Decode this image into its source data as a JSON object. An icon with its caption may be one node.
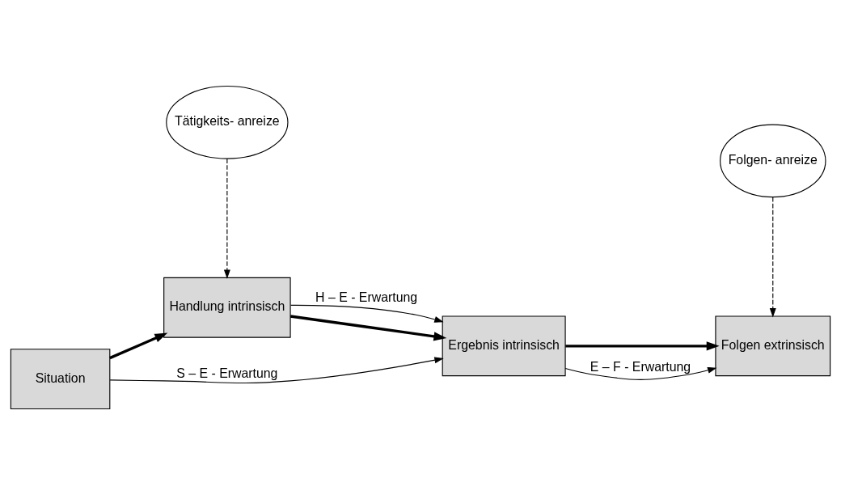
{
  "diagram": {
    "nodes": [
      {
        "text": [
          "Situation"
        ]
      },
      {
        "text": [
          "Handlung intrinsisch"
        ]
      },
      {
        "text": [
          "Ergebnis intrinsisch"
        ]
      },
      {
        "text": [
          "Folgen extrinsisch"
        ]
      },
      {
        "text": [
          "Tätigkeits- anreize"
        ]
      },
      {
        "text": [
          "Folgen- anreize"
        ]
      }
    ],
    "edges": [
      {
        "from": 0,
        "to": 1,
        "arrow": "to",
        "style": "thick"
      },
      {
        "from": 1,
        "to": 2,
        "arrow": "to",
        "style": "thick"
      },
      {
        "from": 2,
        "to": 3,
        "arrow": "to",
        "style": "thick"
      },
      {
        "from": 0,
        "to": 2,
        "arrow": "to",
        "label": "S – E - Erwartung"
      },
      {
        "from": 1,
        "to": 2,
        "arrow": "to",
        "label": "H – E - Erwartung"
      },
      {
        "from": 2,
        "to": 3,
        "arrow": "to",
        "label": "E – F - Erwartung"
      },
      {
        "from": 4,
        "to": 1,
        "arrow": "to",
        "style": "dashed"
      },
      {
        "from": 5,
        "to": 3,
        "arrow": "to",
        "style": "dashed"
      }
    ]
  }
}
